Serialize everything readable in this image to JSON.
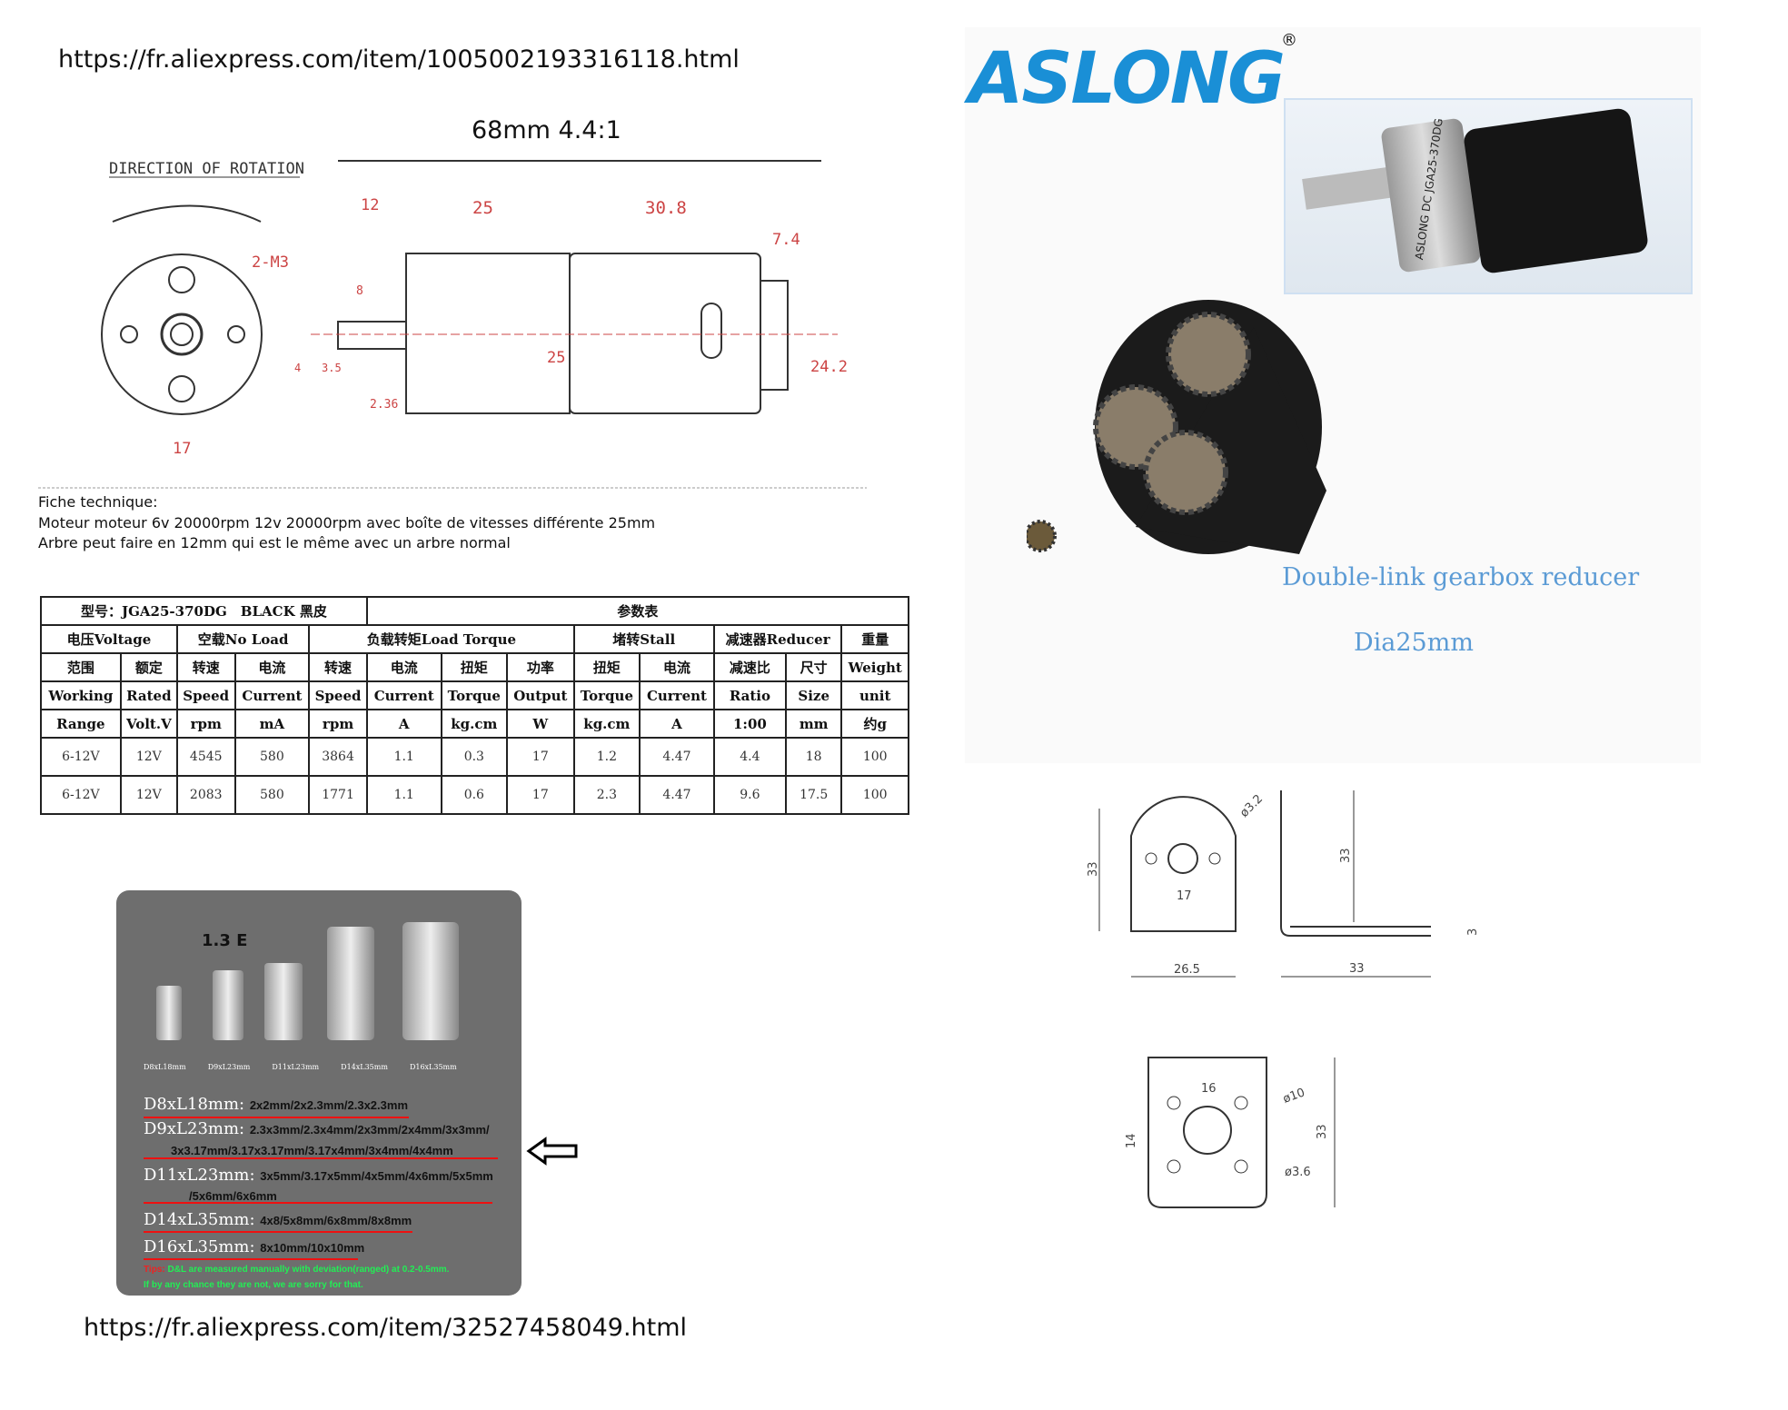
{
  "urls": {
    "motor": "https://fr.aliexpress.com/item/1005002193316118.html",
    "coupling": "https://fr.aliexpress.com/item/32527458049.html"
  },
  "drawing": {
    "title": "68mm 4.4:1",
    "direction": "DIRECTION OF ROTATION",
    "labels": [
      "2-M3",
      "12",
      "25",
      "30.8",
      "7.4",
      "8",
      "4",
      "3.5",
      "2.36",
      "25",
      "24.2",
      "17"
    ]
  },
  "fiche": [
    "Fiche technique:",
    "Moteur moteur 6v 20000rpm 12v 20000rpm avec boîte de vitesses différente 25mm",
    "Arbre peut faire en 12mm qui est le même avec un arbre normal"
  ],
  "table": {
    "model": "型号：JGA25-370DG　BLACK 黑皮",
    "params": "参数表",
    "groups": [
      "电压Voltage",
      "空载No Load",
      "负载转矩Load Torque",
      "堵转Stall",
      "减速器Reducer",
      "重量"
    ],
    "row_cn": [
      "范围",
      "额定",
      "转速",
      "电流",
      "转速",
      "电流",
      "扭矩",
      "功率",
      "扭矩",
      "电流",
      "减速比",
      "尺寸",
      "Weight"
    ],
    "row_en": [
      "Working",
      "Rated",
      "Speed",
      "Current",
      "Speed",
      "Current",
      "Torque",
      "Output",
      "Torque",
      "Current",
      "Ratio",
      "Size",
      "unit"
    ],
    "row_unit": [
      "Range",
      "Volt.V",
      "rpm",
      "mA",
      "rpm",
      "A",
      "kg.cm",
      "W",
      "kg.cm",
      "A",
      "1:00",
      "mm",
      "约g"
    ],
    "rows": [
      [
        "6-12V",
        "12V",
        "4545",
        "580",
        "3864",
        "1.1",
        "0.3",
        "17",
        "1.2",
        "4.47",
        "4.4",
        "18",
        "100"
      ],
      [
        "6-12V",
        "12V",
        "2083",
        "580",
        "1771",
        "1.1",
        "0.6",
        "17",
        "2.3",
        "4.47",
        "9.6",
        "17.5",
        "100"
      ]
    ]
  },
  "brand": {
    "logo": "ASLONG",
    "reg": "®",
    "motor_label": "ASLONG DC JGA25-370DG",
    "caption": "Double-link gearbox reducer",
    "dia": "Dia25mm"
  },
  "bracket": {
    "labels": [
      "33",
      "17",
      "ø3.2",
      "26.5",
      "33",
      "33",
      "3"
    ]
  },
  "bracket2": {
    "labels": [
      "16",
      "ø10",
      "14",
      "33",
      "ø3.6"
    ]
  },
  "coupling": {
    "model": "1.3 E",
    "sizes": [
      "D8xL18mm",
      "D9xL23mm",
      "D11xL23mm",
      "D14xL35mm",
      "D16xL35mm"
    ],
    "lines": [
      {
        "k": "D8xL18mm:",
        "v": "2x2mm/2x2.3mm/2.3x2.3mm"
      },
      {
        "k": "D9xL23mm:",
        "v": "2.3x3mm/2.3x4mm/2x3mm/2x4mm/3x3mm/",
        "v2": "3x3.17mm/3.17x3.17mm/3.17x4mm/3x4mm/4x4mm"
      },
      {
        "k": "D11xL23mm:",
        "v": "3x5mm/3.17x5mm/4x5mm/4x6mm/5x5mm",
        "v2": "/5x6mm/6x6mm"
      },
      {
        "k": "D14xL35mm:",
        "v": "4x8/5x8mm/6x8mm/8x8mm"
      },
      {
        "k": "D16xL35mm:",
        "v": "8x10mm/10x10mm"
      }
    ],
    "tips_label": "Tips:",
    "tips": "D&L are measured manually with deviation(ranged) at 0.2-0.5mm.",
    "tips2": "If by any chance they are not, we are sorry for that."
  }
}
